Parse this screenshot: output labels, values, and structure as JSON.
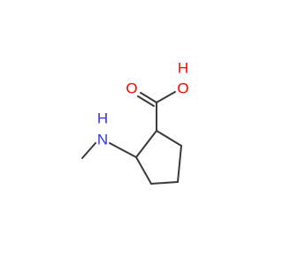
{
  "molecule": {
    "atoms": {
      "oxygen_carbonyl": {
        "label": "O",
        "color": "#ff0000"
      },
      "oxygen_hydroxyl": {
        "label": "O",
        "color": "#ff0000"
      },
      "hydroxyl_h": {
        "label": "H",
        "color": "#ff0000"
      },
      "nitrogen": {
        "label": "N",
        "color": "#3030ff"
      },
      "nitrogen_h": {
        "label": "H",
        "color": "#3030ff"
      }
    },
    "bond_color": "#3a3a3a"
  }
}
